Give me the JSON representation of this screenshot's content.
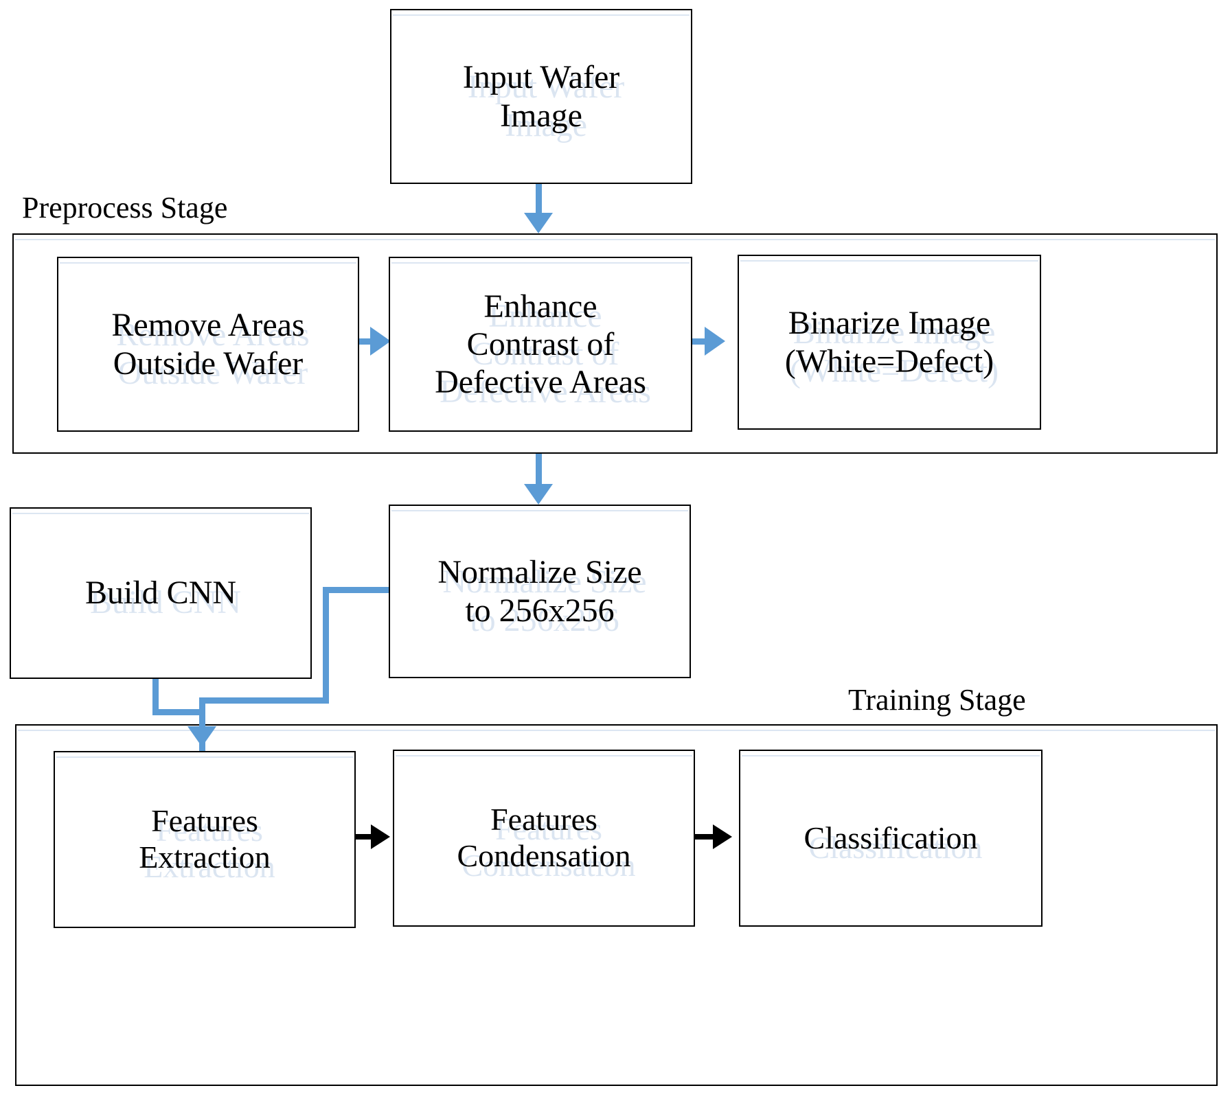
{
  "diagram": {
    "title": "Wafer Defect Detection and Classification Pipeline",
    "accent_color": "#5b9bd5",
    "shadow_color": "#dbe5f1",
    "border_color": "#000000",
    "background_color": "#ffffff"
  },
  "stages": {
    "preprocess": {
      "label": "Preprocess Stage"
    },
    "training": {
      "label": "Training Stage"
    }
  },
  "nodes": {
    "input_wafer_image": {
      "label": "Input Wafer\nImage"
    },
    "remove_areas": {
      "label": "Remove Areas\nOutside Wafer"
    },
    "enhance_contrast": {
      "label": "Enhance\nContrast of\nDefective Areas"
    },
    "binarize_image": {
      "label": "Binarize Image\n(White=Defect)"
    },
    "build_cnn": {
      "label": "Build CNN"
    },
    "normalize_size": {
      "label": "Normalize Size\nto 256x256"
    },
    "features_extraction": {
      "label": "Features\nExtraction"
    },
    "features_condensation": {
      "label": "Features\nCondensation"
    },
    "classification": {
      "label": "Classification"
    }
  },
  "edges": [
    {
      "from": "input_wafer_image",
      "to": "preprocess_stage",
      "style": "arrow-down",
      "color": "#5b9bd5"
    },
    {
      "from": "remove_areas",
      "to": "enhance_contrast",
      "style": "arrow-right",
      "color": "#5b9bd5"
    },
    {
      "from": "enhance_contrast",
      "to": "binarize_image",
      "style": "arrow-right",
      "color": "#5b9bd5"
    },
    {
      "from": "preprocess_stage",
      "to": "normalize_size",
      "style": "arrow-down",
      "color": "#5b9bd5"
    },
    {
      "from": "normalize_size",
      "to": "features_extraction",
      "style": "elbow-arrow-down",
      "color": "#5b9bd5"
    },
    {
      "from": "build_cnn",
      "to": "features_extraction",
      "style": "elbow-arrow-down",
      "color": "#5b9bd5"
    },
    {
      "from": "features_extraction",
      "to": "features_condensation",
      "style": "arrow-right",
      "color": "#000000"
    },
    {
      "from": "features_condensation",
      "to": "classification",
      "style": "arrow-right",
      "color": "#000000"
    }
  ]
}
